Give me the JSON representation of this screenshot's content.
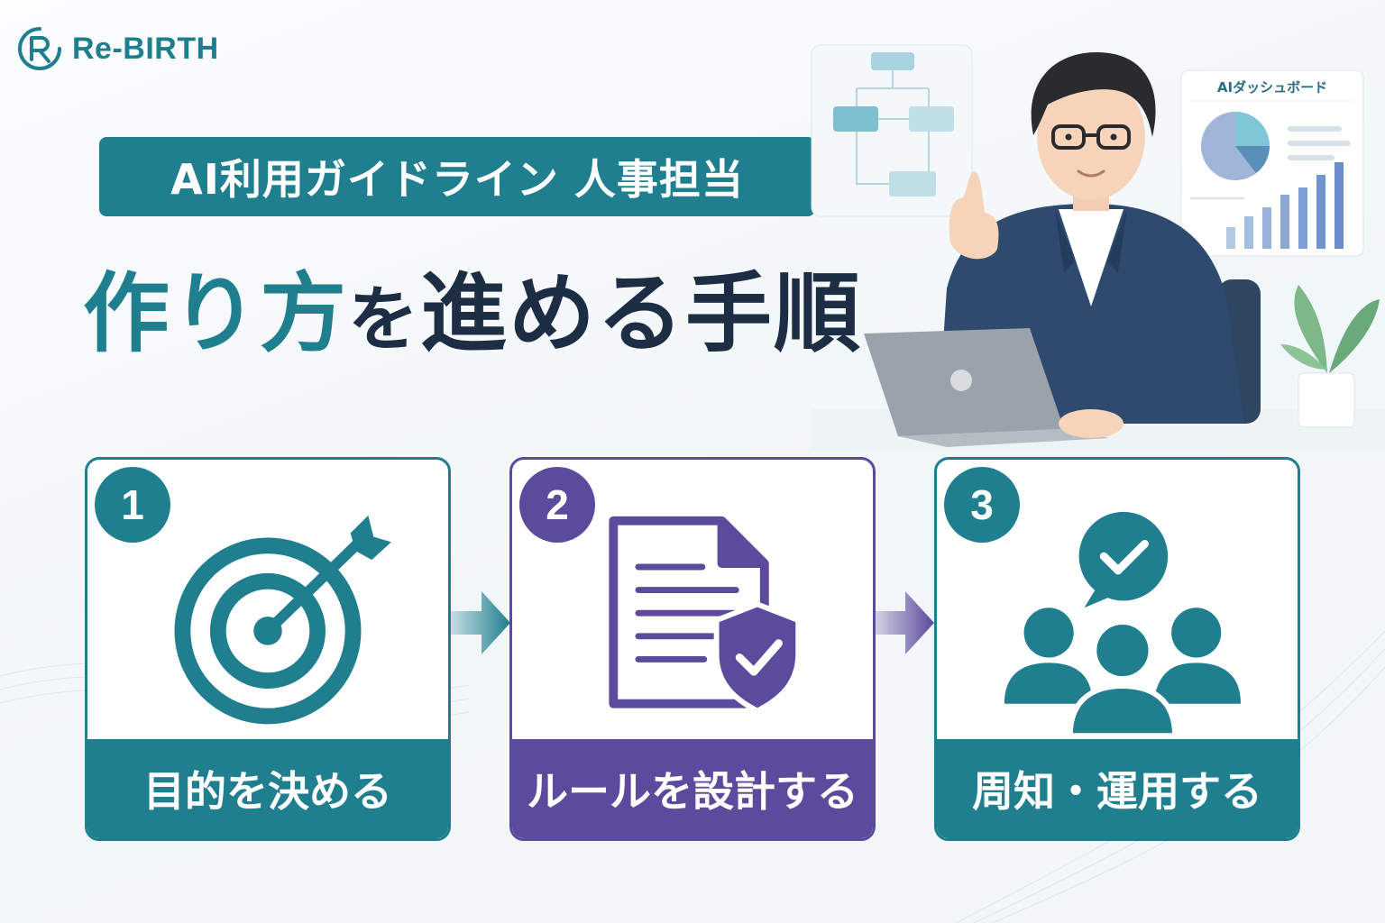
{
  "brand": {
    "name": "Re-BIRTH",
    "color": "#1f7f8f"
  },
  "tag": {
    "label": "AI利用ガイドライン 人事担当"
  },
  "headline": {
    "part1": "作り方",
    "part2": "を",
    "part3": "進める手順"
  },
  "dashboard": {
    "title": "AIダッシュボード"
  },
  "steps": [
    {
      "number": "1",
      "label": "目的を決める",
      "icon": "target-icon",
      "color": "#1f7f8f"
    },
    {
      "number": "2",
      "label": "ルールを設計する",
      "icon": "document-shield-icon",
      "color": "#5c4a9c"
    },
    {
      "number": "3",
      "label": "周知・運用する",
      "icon": "team-check-icon",
      "color": "#1f7f8f"
    }
  ],
  "colors": {
    "teal": "#1f7f8f",
    "purple": "#5c4a9c",
    "navy": "#1d2d44"
  }
}
